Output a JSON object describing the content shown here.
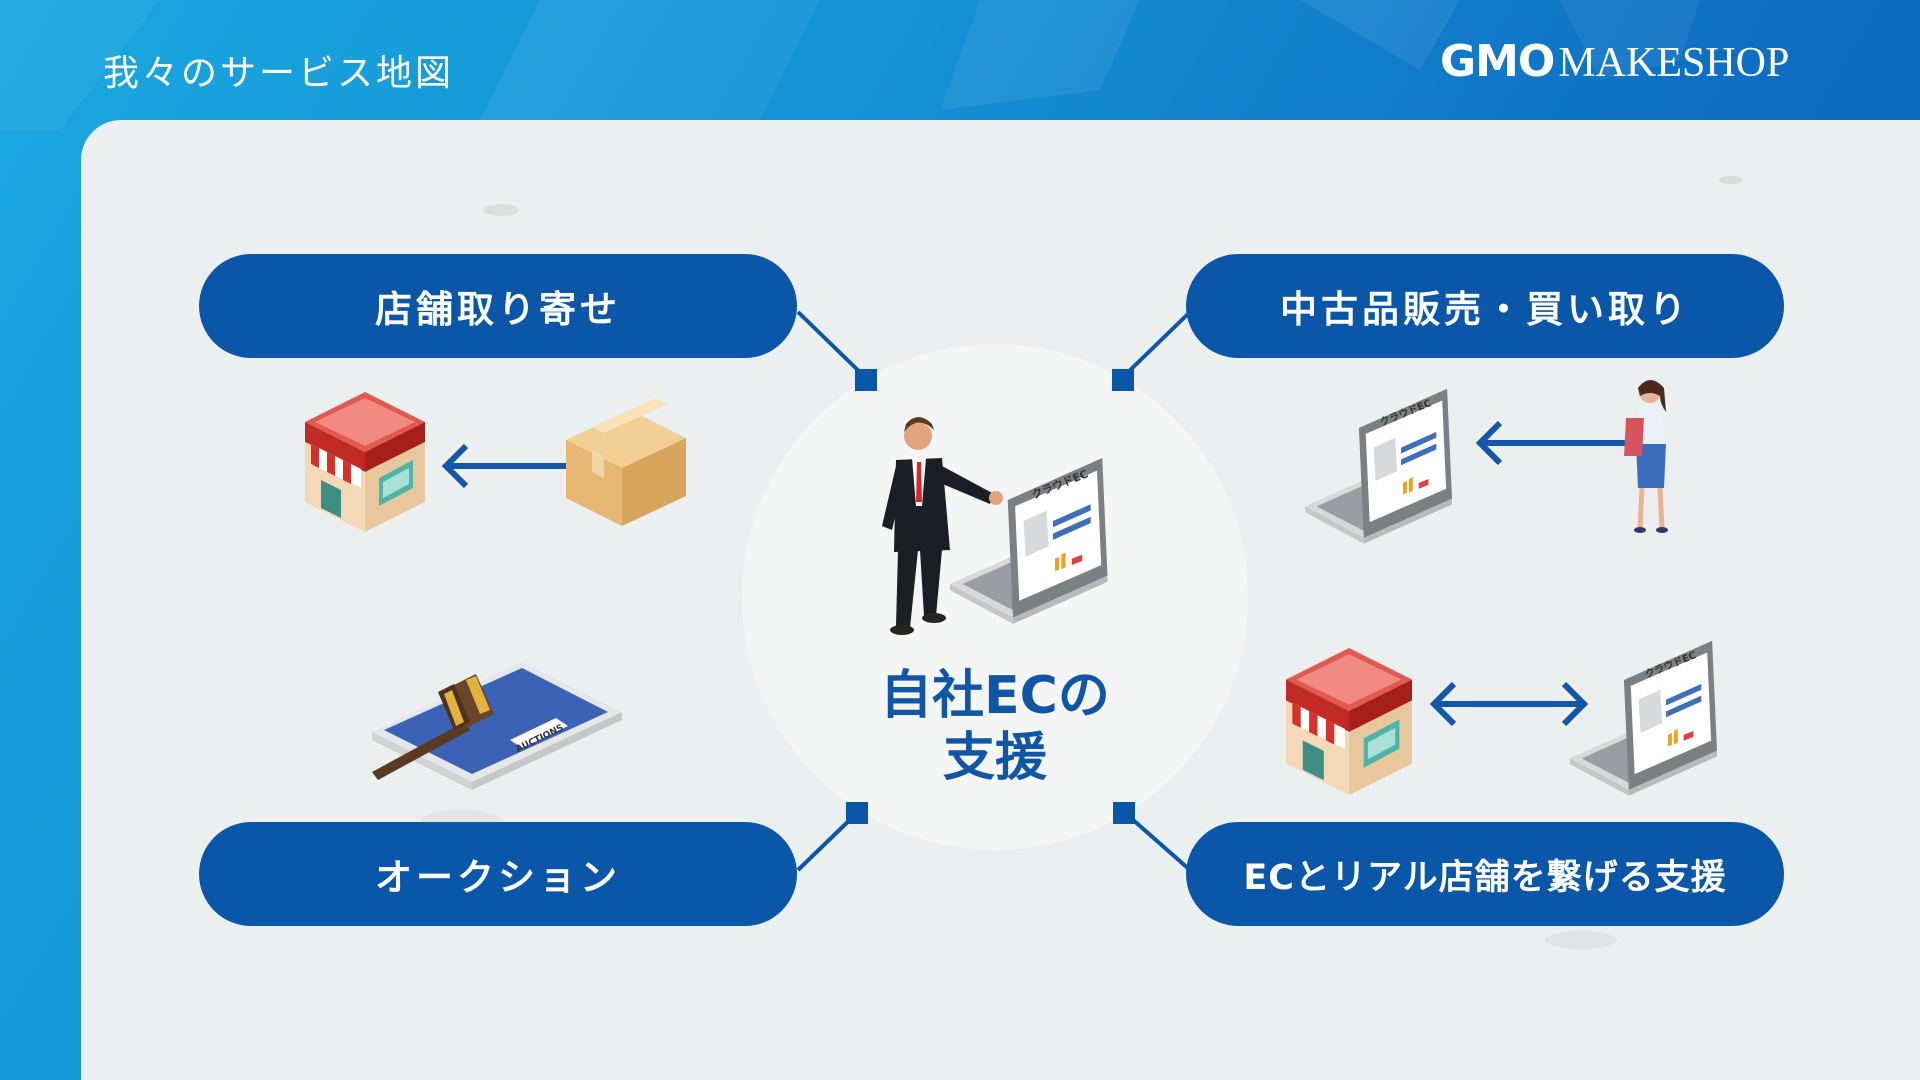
{
  "header": {
    "title": "我々のサービス地図",
    "logo_gmo": "GMO",
    "logo_makeshop": "MAKESHOP"
  },
  "center": {
    "line1": "自社ECの",
    "line2": "支援"
  },
  "services": {
    "top_left": "店舗取り寄せ",
    "top_right": "中古品販売・買い取り",
    "bottom_left": "オークション",
    "bottom_right": "ECとリアル店舗を繋げる支援"
  },
  "illustrations": {
    "laptop_screen_text": "クラウドEC",
    "auction_label": "AUCTIONS"
  },
  "colors": {
    "brand_blue": "#0a56a8",
    "arrow_blue": "#1456a8",
    "header_gradient_start": "#1aa8e0",
    "header_gradient_end": "#0a5cb4",
    "panel_bg": "#eceff0",
    "store_red": "#d8312b"
  },
  "icons": [
    "store-icon",
    "box-icon",
    "laptop-icon",
    "businessman-icon",
    "woman-shopper-icon",
    "auction-gavel-icon",
    "arrow-left-icon",
    "double-arrow-icon"
  ]
}
